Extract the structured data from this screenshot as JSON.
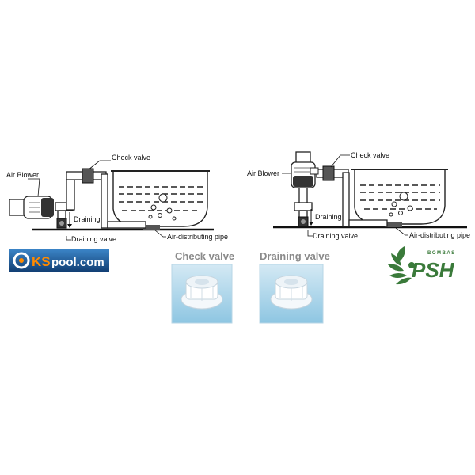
{
  "left_diagram": {
    "labels": {
      "air_blower": "Air Blower",
      "check_valve": "Check valve",
      "draining": "Draining",
      "draining_valve": "Draining valve",
      "air_distributing_pipe": "Air-distributing pipe"
    }
  },
  "right_diagram": {
    "labels": {
      "air_blower": "Air Blower",
      "check_valve": "Check valve",
      "draining": "Draining",
      "draining_valve": "Draining valve",
      "air_distributing_pipe": "Air-distributing pipe"
    }
  },
  "valve_photos": {
    "check_caption": "Check valve",
    "draining_caption": "Draining valve"
  },
  "logos": {
    "kspool": {
      "prefix": "KS",
      "suffix": "pool.com"
    },
    "psh": {
      "name": "PSH",
      "tag": "BOMBAS"
    }
  },
  "colors": {
    "kspool_bg": "#1a5a9a",
    "kspool_prefix": "#ff8a00",
    "psh_green": "#3a7a3a",
    "caption_gray": "#8a8a8a",
    "photo_bg_top": "#d4e9f4",
    "photo_bg_bottom": "#8ec6e2"
  }
}
